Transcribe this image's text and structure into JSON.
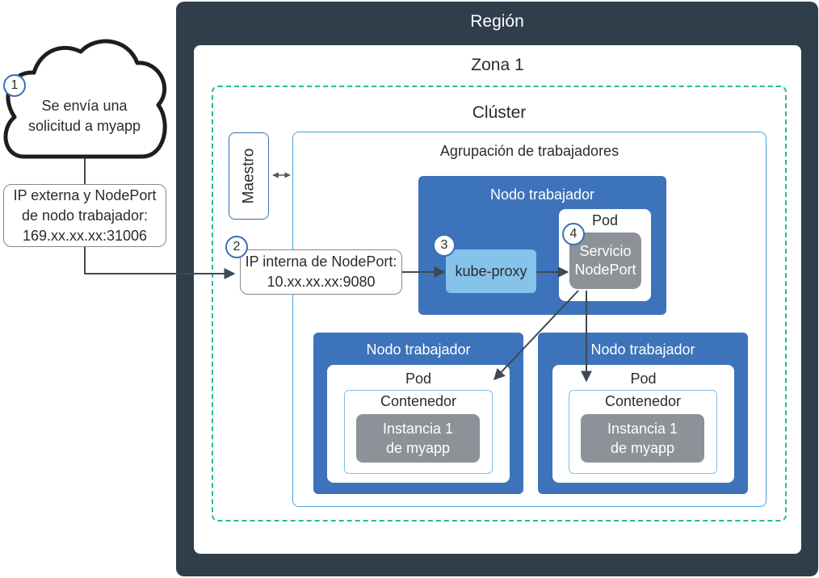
{
  "region": {
    "label": "Región"
  },
  "zone": {
    "label": "Zona 1"
  },
  "cluster": {
    "label": "Clúster"
  },
  "master": {
    "label": "Maestro"
  },
  "worker_pool": {
    "label": "Agrupación de trabajadores"
  },
  "worker_node_top": {
    "label": "Nodo trabajador",
    "kube_proxy": "kube-proxy",
    "pod": {
      "label": "Pod",
      "service": [
        "Servicio",
        "NodePort"
      ]
    }
  },
  "worker_node_left": {
    "label": "Nodo trabajador",
    "pod": {
      "label": "Pod",
      "container": {
        "label": "Contenedor",
        "instance": [
          "Instancia 1",
          "de myapp"
        ]
      }
    }
  },
  "worker_node_right": {
    "label": "Nodo trabajador",
    "pod": {
      "label": "Pod",
      "container": {
        "label": "Contenedor",
        "instance": [
          "Instancia 1",
          "de myapp"
        ]
      }
    }
  },
  "cloud": {
    "text": [
      "Se envía una",
      "solicitud a myapp"
    ]
  },
  "external_ip": {
    "lines": [
      "IP externa y NodePort",
      "de nodo trabajador:",
      "169.xx.xx.xx:31006"
    ]
  },
  "internal_ip": {
    "lines": [
      "IP interna de NodePort:",
      "10.xx.xx.xx:9080"
    ]
  },
  "steps": [
    "1",
    "2",
    "3",
    "4"
  ],
  "colors": {
    "region_bg": "#2f3e4a",
    "cluster_border": "#24b89e",
    "node_bg": "#3d73ba",
    "pool_border": "#47a3db",
    "kube_proxy_bg": "#86c3ea",
    "service_bg": "#8c9298",
    "arrow": "#3d4a55"
  }
}
